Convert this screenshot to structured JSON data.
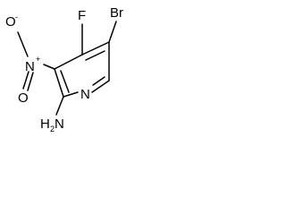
{
  "molecule": {
    "atoms": {
      "fluorine": "F",
      "bromine": "Br",
      "nitrogen_nitro": "N",
      "nitro_charge": "+",
      "oxygen_minus": "O",
      "oxygen_minus_charge": "-",
      "oxygen_double": "O",
      "ring_nitrogen": "N",
      "amine_h": "H",
      "amine_h_count": "2",
      "amine_n": "N"
    }
  }
}
